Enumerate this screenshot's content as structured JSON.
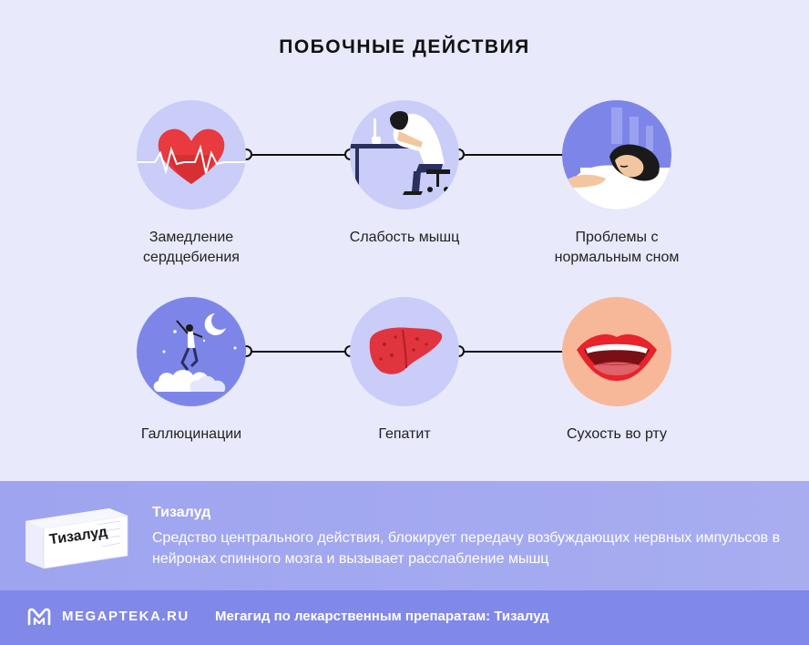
{
  "title": "ПОБОЧНЫЕ ДЕЙСТВИЯ",
  "effects": [
    {
      "label": "Замедление сердцебиения",
      "icon": "heart-pulse-icon"
    },
    {
      "label": "Слабость мышц",
      "icon": "tired-person-at-desk-icon"
    },
    {
      "label": "Проблемы с нормальным сном",
      "icon": "sleeping-woman-icon"
    },
    {
      "label": "Галлюцинации",
      "icon": "dreaming-figure-on-clouds-icon"
    },
    {
      "label": "Гепатит",
      "icon": "liver-icon"
    },
    {
      "label": "Сухость во рту",
      "icon": "open-mouth-icon"
    }
  ],
  "drug": {
    "box_label": "Тизалуд",
    "name": "Тизалуд",
    "description": "Средство центрального действия, блокирует передачу возбуждающих нервных импульсов в нейронах спинного мозга и вызывает расслабление мышц"
  },
  "footer": {
    "brand": "MEGAPTEKA.RU",
    "text": "Мегагид по лекарственным препаратам: Тизалуд"
  },
  "colors": {
    "background": "#e8e9fb",
    "circle_light": "#c9cdf8",
    "circle_accent": "#7d86e8",
    "mouth_circle": "#f7b89a",
    "info_band": "#a3a9ef",
    "footer": "#8088e8"
  }
}
